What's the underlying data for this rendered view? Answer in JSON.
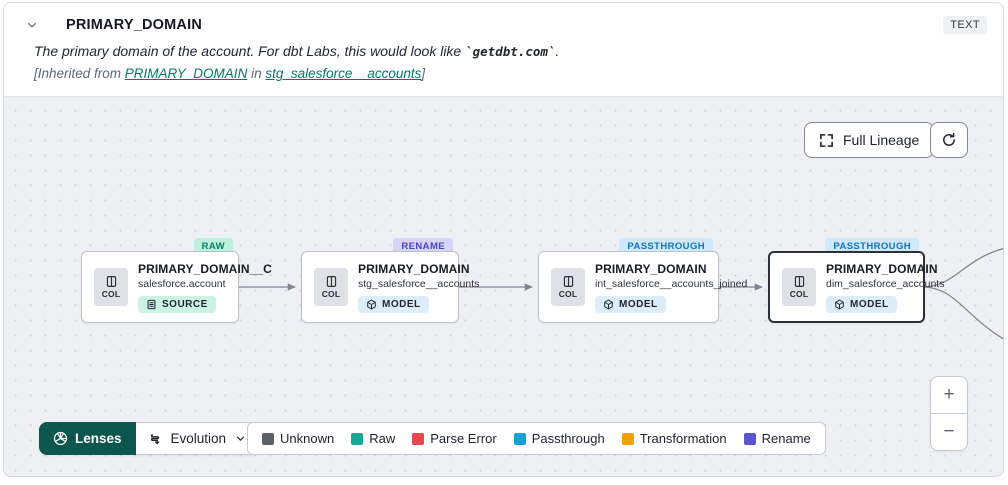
{
  "header": {
    "title": "PRIMARY_DOMAIN",
    "type_badge": "TEXT",
    "description": {
      "prefix": "The primary domain of the account. For dbt Labs, this would look like ",
      "code": "`getdbt.com`",
      "suffix": "."
    },
    "inherited": {
      "prefix": "[Inherited from ",
      "column_link": "PRIMARY_DOMAIN",
      "middle": " in ",
      "model_link": "stg_salesforce__accounts",
      "suffix": "]"
    }
  },
  "toolbar": {
    "full_lineage_label": "Full Lineage"
  },
  "nodes": [
    {
      "badge": "RAW",
      "col_label": "COL",
      "title": "PRIMARY_DOMAIN__C",
      "subtitle": "salesforce.account",
      "tag": "SOURCE",
      "selected": false
    },
    {
      "badge": "RENAME",
      "col_label": "COL",
      "title": "PRIMARY_DOMAIN",
      "subtitle": "stg_salesforce__accounts",
      "tag": "MODEL",
      "selected": false
    },
    {
      "badge": "PASSTHROUGH",
      "col_label": "COL",
      "title": "PRIMARY_DOMAIN",
      "subtitle": "int_salesforce__accounts_joined",
      "tag": "MODEL",
      "selected": false
    },
    {
      "badge": "PASSTHROUGH",
      "col_label": "COL",
      "title": "PRIMARY_DOMAIN",
      "subtitle": "dim_salesforce_accounts",
      "tag": "MODEL",
      "selected": true
    }
  ],
  "footer": {
    "lenses_label": "Lenses",
    "lens_selected": "Evolution",
    "zoom_in_label": "+",
    "zoom_out_label": "−"
  },
  "legend": {
    "items": [
      {
        "label": "Unknown",
        "color": "#5b6069"
      },
      {
        "label": "Raw",
        "color": "#16a894"
      },
      {
        "label": "Parse Error",
        "color": "#e5484d"
      },
      {
        "label": "Passthrough",
        "color": "#189fd6"
      },
      {
        "label": "Transformation",
        "color": "#f2a105"
      },
      {
        "label": "Rename",
        "color": "#5a54d1"
      }
    ]
  },
  "colors": {
    "link": "#0c7467",
    "lenses_bg": "#0d564e",
    "canvas_bg": "#eef0f4",
    "edge": "#80858f",
    "raw_badge_bg": "#baf0dc",
    "rename_badge_bg": "#d8d4f8",
    "passthrough_badge_bg": "#cfe8fb",
    "source_tag_bg": "#ccf2e3",
    "model_tag_bg": "#dcedfa",
    "selected_node_border": "#2b3039"
  }
}
